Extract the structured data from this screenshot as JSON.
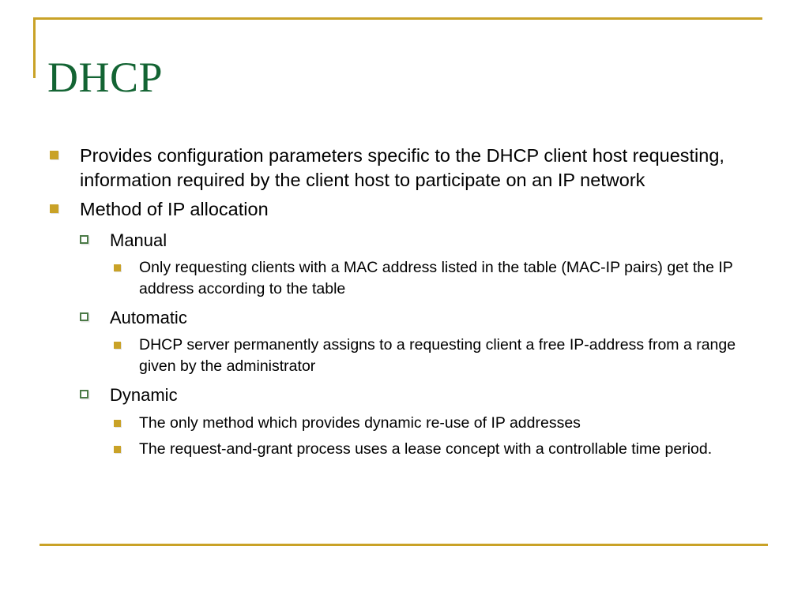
{
  "slide": {
    "title": "DHCP",
    "title_color": "#136433",
    "rule_color": "#c9a227",
    "background_color": "#ffffff",
    "text_color": "#000000"
  },
  "markers": {
    "level1": "filled-gold-square-bullet-icon",
    "level2": "hollow-green-square-bullet-icon",
    "level3": "small-filled-gold-square-bullet-icon",
    "level1_color": "#c9a227",
    "level2_color": "#4b7a47",
    "level3_color": "#c9a227"
  },
  "content": [
    {
      "level": 1,
      "text": "Provides configuration parameters specific to the DHCP client host requesting, information required by the client host to participate on an IP network"
    },
    {
      "level": 1,
      "text": "Method of IP allocation"
    },
    {
      "level": 2,
      "text": "Manual"
    },
    {
      "level": 3,
      "text": "Only requesting clients with a MAC address listed in the table (MAC-IP pairs) get the IP address according to the table"
    },
    {
      "level": 2,
      "text": "Automatic"
    },
    {
      "level": 3,
      "text": "DHCP server permanently assigns to a requesting client a free IP-address from a range given by the administrator"
    },
    {
      "level": 2,
      "text": "Dynamic"
    },
    {
      "level": 3,
      "text": "The only method which provides dynamic re-use of IP addresses"
    },
    {
      "level": 3,
      "text": "The request-and-grant process uses a lease concept with a controllable time period."
    }
  ]
}
